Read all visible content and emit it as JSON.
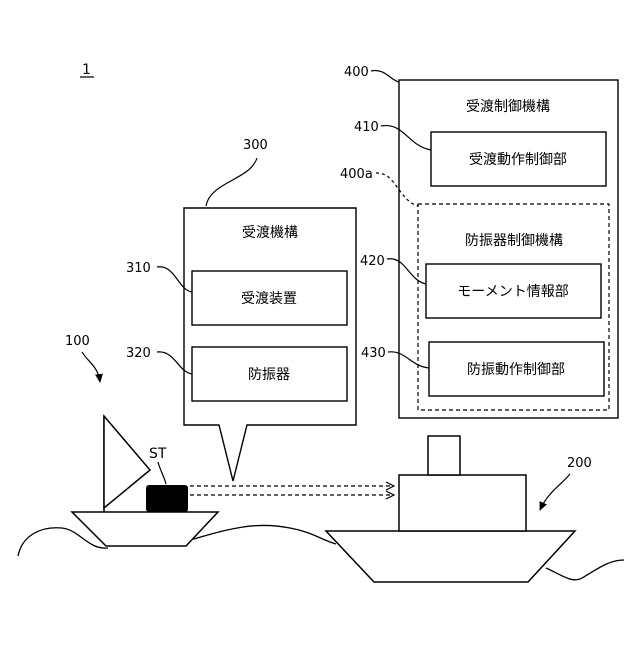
{
  "figure": {
    "number": "1"
  },
  "refs": {
    "r100": "100",
    "r200": "200",
    "r300": "300",
    "r310": "310",
    "r320": "320",
    "r400": "400",
    "r400a": "400a",
    "r410": "410",
    "r420": "420",
    "r430": "430"
  },
  "transfer_mechanism": {
    "title": "受渡機構",
    "device": "受渡装置",
    "damper": "防振器"
  },
  "transfer_control": {
    "title": "受渡制御機構",
    "motion_control": "受渡動作制御部",
    "damper_control": {
      "title": "防振器制御機構",
      "moment_info": "モーメント情報部",
      "damper_motion_control": "防振動作制御部"
    }
  },
  "ship_small": {
    "station_label": "ST"
  }
}
